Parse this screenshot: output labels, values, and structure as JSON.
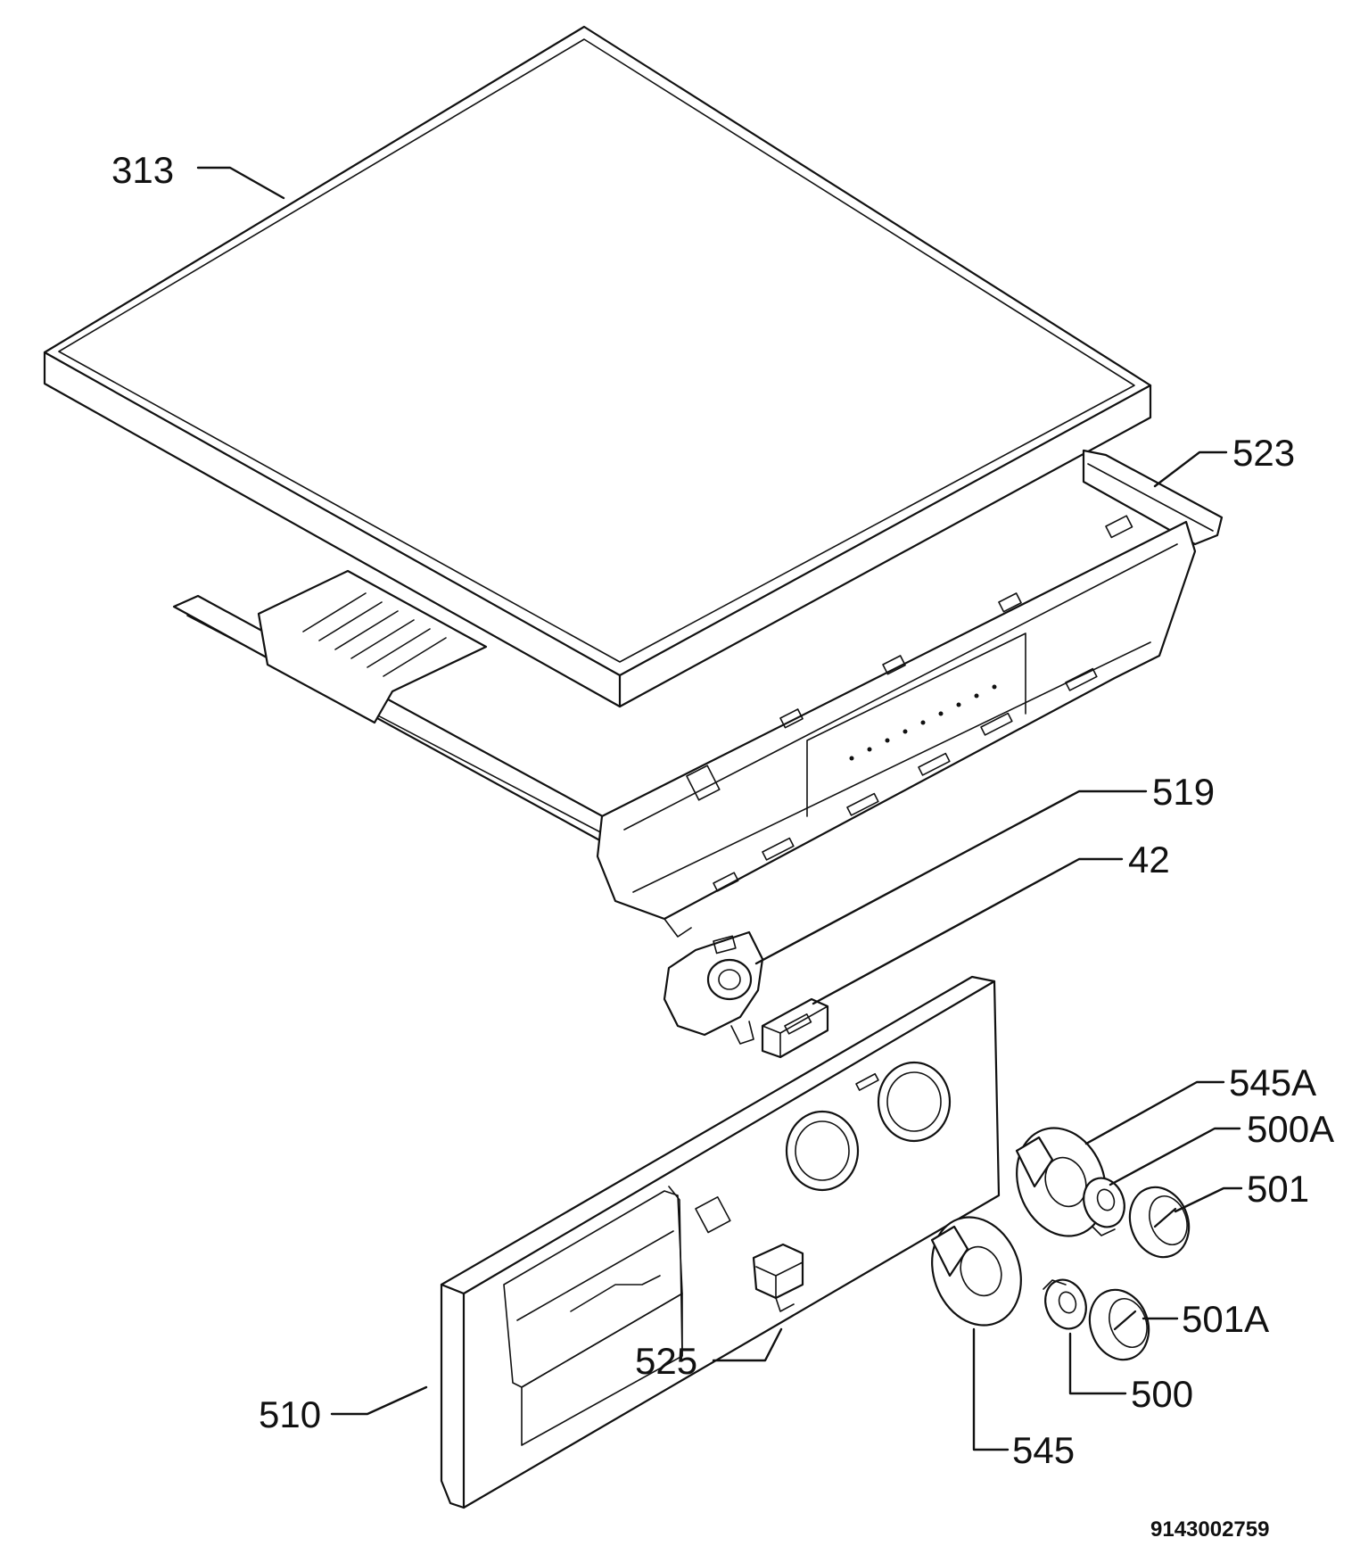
{
  "labels": {
    "l313": "313",
    "l523": "523",
    "l519": "519",
    "l42": "42",
    "l545A": "545A",
    "l500A": "500A",
    "l501": "501",
    "l501A": "501A",
    "l500": "500",
    "l545": "545",
    "l525": "525",
    "l510": "510"
  },
  "document_number": "9143002759"
}
